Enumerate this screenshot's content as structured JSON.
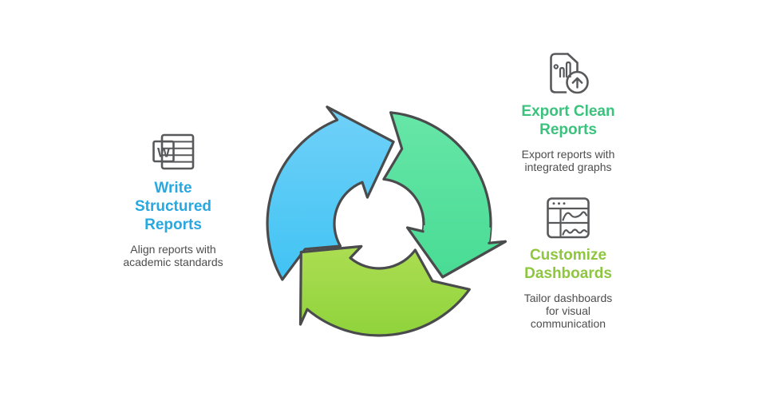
{
  "colors": {
    "background": "#FFFFFF",
    "text": "#4D4D4D",
    "icon_stroke": "#58595B"
  },
  "items": [
    {
      "id": "write-structured-reports",
      "icon": "word-document-icon",
      "icon_letter": "W",
      "accent": "#29A8E0",
      "title_lines": [
        "Write",
        "Structured",
        "Reports"
      ],
      "desc_lines": [
        "Align reports with",
        "academic standards"
      ]
    },
    {
      "id": "export-clean-reports",
      "icon": "export-report-icon",
      "accent": "#3BC27D",
      "title_lines": [
        "Export Clean",
        "Reports"
      ],
      "desc_lines": [
        "Export reports with",
        "integrated graphs"
      ]
    },
    {
      "id": "customize-dashboards",
      "icon": "dashboard-icon",
      "accent": "#8EC63F",
      "title_lines": [
        "Customize",
        "Dashboards"
      ],
      "desc_lines": [
        "Tailor dashboards",
        "for visual",
        "communication"
      ]
    }
  ],
  "cycle": {
    "direction": "clockwise",
    "outline": "#4A4B4D",
    "segments": [
      {
        "name": "green",
        "gradient": [
          "#67E6A7",
          "#3ED88E"
        ]
      },
      {
        "name": "blue",
        "gradient": [
          "#6FD0F8",
          "#31BFF2"
        ]
      },
      {
        "name": "lime",
        "gradient": [
          "#D8ED76",
          "#8FD33B"
        ]
      }
    ]
  }
}
